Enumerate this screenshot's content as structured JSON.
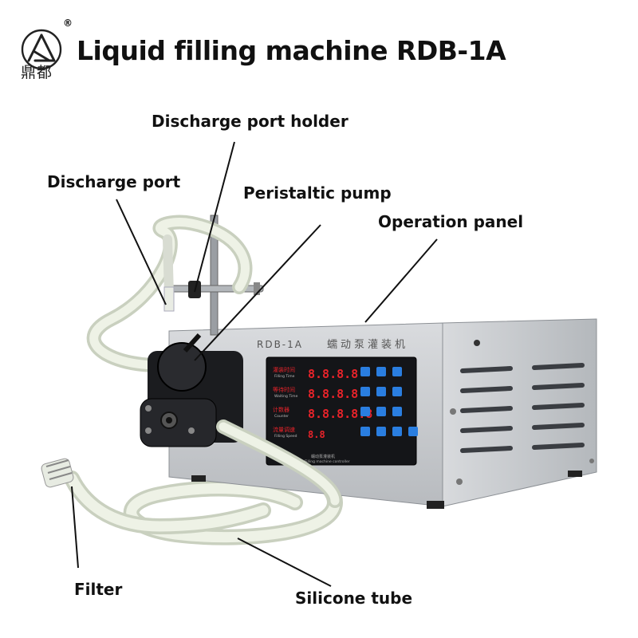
{
  "header": {
    "title": "Liquid filling machine RDB-1A",
    "logo_text": "鼎都",
    "registered_mark": "®"
  },
  "callouts": {
    "discharge_port_holder": "Discharge port holder",
    "discharge_port": "Discharge port",
    "peristaltic_pump": "Peristaltic pump",
    "operation_panel": "Operation panel",
    "filter": "Filter",
    "silicone_tube": "Silicone tube"
  },
  "machine": {
    "model_plate": "RDB-1A",
    "chinese_plate": "蠕动泵灌装机",
    "panel_rows": [
      {
        "cn": "灌装时间",
        "en": "Filling Time",
        "display": "8.8.8.8"
      },
      {
        "cn": "等待时间",
        "en": "Waiting Time",
        "display": "8.8.8.8"
      },
      {
        "cn": "计数器",
        "en": "Counter",
        "display": "8.8.8.8.8"
      },
      {
        "cn": "流量调速",
        "en": "Filling Speed",
        "display": "8.8"
      }
    ],
    "panel_footer_cn": "蠕动泵灌装机",
    "panel_footer_en": "Filling machine controller"
  },
  "colors": {
    "body_steel": "#c9ccd0",
    "panel_black": "#141518",
    "led_red": "#e8232a",
    "key_blue": "#2a7ee0",
    "tube": "#e6ecd9"
  }
}
